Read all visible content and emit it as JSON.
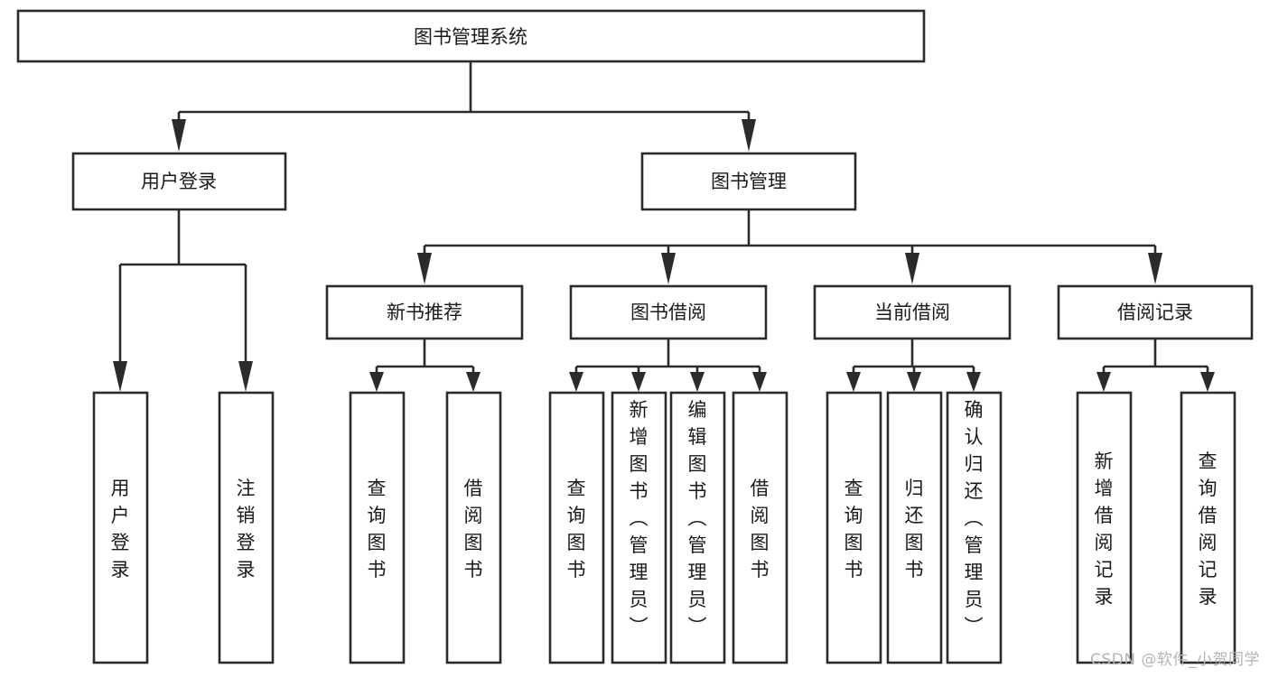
{
  "diagram": {
    "type": "tree",
    "title": "图书管理系统",
    "watermark": "CSDN @软件_小贺同学",
    "colors": {
      "box_stroke": "#2b2b2b",
      "box_fill": "#ffffff",
      "text": "#1a1a1a",
      "background": "#ffffff",
      "watermark": "#b4b4b4"
    },
    "nodes": {
      "root": "图书管理系统",
      "level2": [
        "用户登录",
        "图书管理"
      ],
      "level3": [
        "新书推荐",
        "图书借阅",
        "当前借阅",
        "借阅记录"
      ],
      "leaves_user_login": [
        "用户登录",
        "注销登录"
      ],
      "leaves_new_book": [
        "查询图书",
        "借阅图书"
      ],
      "leaves_borrow": [
        "查询图书",
        "新增图书（管理员）",
        "编辑图书（管理员）",
        "借阅图书"
      ],
      "leaves_current": [
        "查询图书",
        "归还图书",
        "确认归还（管理员）"
      ],
      "leaves_records": [
        "新增借阅记录",
        "查询借阅记录"
      ]
    }
  }
}
